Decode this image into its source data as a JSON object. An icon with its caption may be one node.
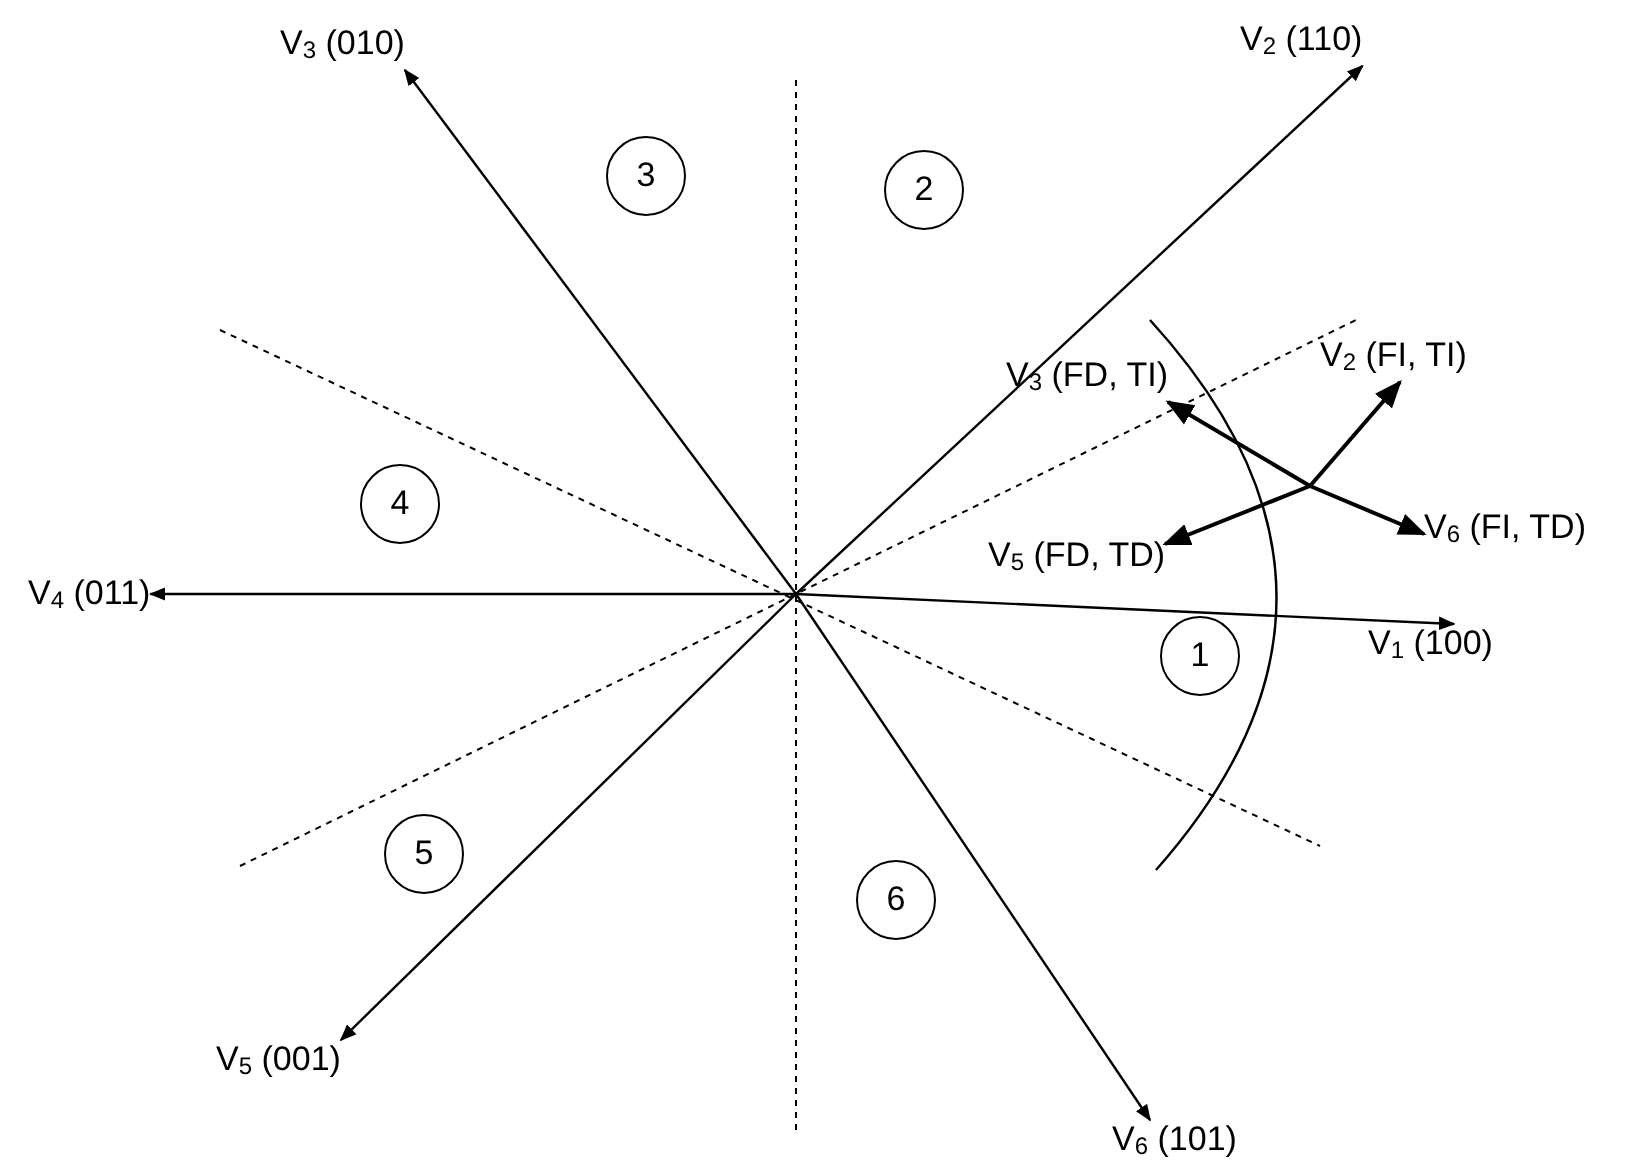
{
  "diagram": {
    "nodes": [
      {
        "text": [
          "1"
        ]
      },
      {
        "text": [
          "2"
        ]
      },
      {
        "text": [
          "3"
        ]
      },
      {
        "text": [
          "4"
        ]
      },
      {
        "text": [
          "5"
        ]
      },
      {
        "text": [
          "6"
        ]
      },
      {
        "text": [
          "V$_{1}$ (100)"
        ]
      },
      {
        "text": [
          "V$_{2}$ (110)"
        ]
      },
      {
        "text": [
          "V$_{3}$ (010)"
        ]
      },
      {
        "text": [
          "V$_{4}$ (011)"
        ]
      },
      {
        "text": [
          "V$_{5}$ (001)"
        ]
      },
      {
        "text": [
          "V$_{6}$ (101)"
        ]
      },
      {
        "text": [
          "V$_{3}$ (FD, TI)"
        ]
      },
      {
        "text": [
          "V$_{2}$ (FI, TI)"
        ]
      },
      {
        "text": [
          "V$_{5}$ (FD, TD)"
        ]
      },
      {
        "text": [
          "V$_{6}$ (FI, TD)"
        ]
      }
    ],
    "edges": [
      {
        "from": null,
        "to": 6,
        "arrow": "to"
      },
      {
        "from": null,
        "to": 7,
        "arrow": "to"
      },
      {
        "from": null,
        "to": 8,
        "arrow": "to"
      },
      {
        "from": null,
        "to": 9,
        "arrow": "to"
      },
      {
        "from": null,
        "to": 10,
        "arrow": "to"
      },
      {
        "from": null,
        "to": 11,
        "arrow": "to"
      },
      {
        "from": null,
        "to": 12,
        "arrow": "to"
      },
      {
        "from": null,
        "to": 13,
        "arrow": "to"
      },
      {
        "from": null,
        "to": 14,
        "arrow": "to"
      },
      {
        "from": null,
        "to": 15,
        "arrow": "to"
      }
    ]
  }
}
